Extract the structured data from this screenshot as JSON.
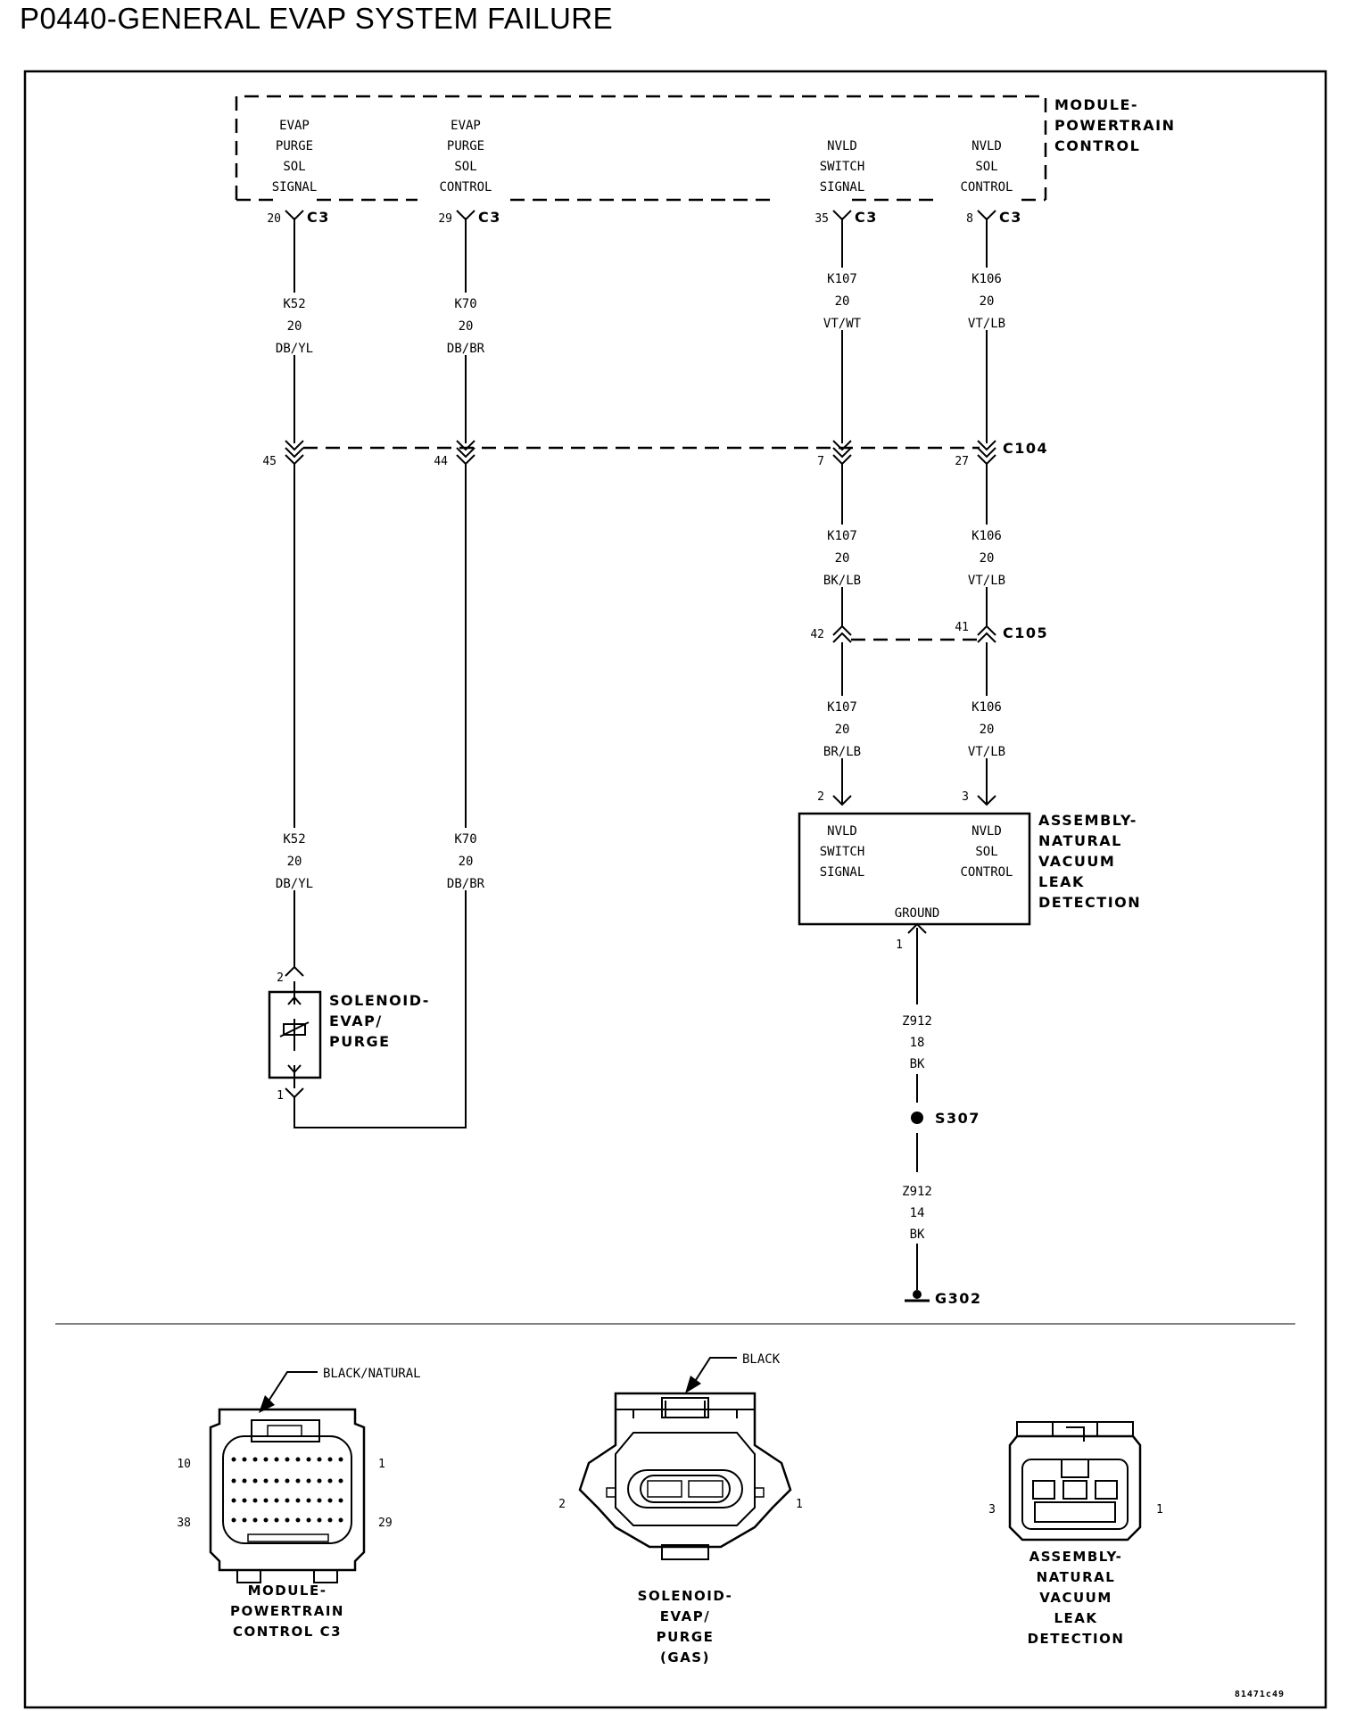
{
  "title": "P0440-GENERAL EVAP SYSTEM FAILURE",
  "pcm": {
    "name": [
      "MODULE-",
      "POWERTRAIN",
      "CONTROL"
    ],
    "pins": [
      {
        "label": [
          "EVAP",
          "PURGE",
          "SOL",
          "SIGNAL"
        ],
        "cavity": "20",
        "connector": "C3"
      },
      {
        "label": [
          "EVAP",
          "PURGE",
          "SOL",
          "CONTROL"
        ],
        "cavity": "29",
        "connector": "C3"
      },
      {
        "label": [
          "NVLD",
          "SWITCH",
          "SIGNAL"
        ],
        "cavity": "35",
        "connector": "C3"
      },
      {
        "label": [
          "NVLD",
          "SOL",
          "CONTROL"
        ],
        "cavity": "8",
        "connector": "C3"
      }
    ]
  },
  "wires": {
    "k52_a": [
      "K52",
      "20",
      "DB/YL"
    ],
    "k70_a": [
      "K70",
      "20",
      "DB/BR"
    ],
    "k107_a": [
      "K107",
      "20",
      "VT/WT"
    ],
    "k106_a": [
      "K106",
      "20",
      "VT/LB"
    ],
    "k107_b": [
      "K107",
      "20",
      "BK/LB"
    ],
    "k106_b": [
      "K106",
      "20",
      "VT/LB"
    ],
    "k107_c": [
      "K107",
      "20",
      "BR/LB"
    ],
    "k106_c": [
      "K106",
      "20",
      "VT/LB"
    ],
    "k52_b": [
      "K52",
      "20",
      "DB/YL"
    ],
    "k70_b": [
      "K70",
      "20",
      "DB/BR"
    ],
    "z912_a": [
      "Z912",
      "18",
      "BK"
    ],
    "z912_b": [
      "Z912",
      "14",
      "BK"
    ]
  },
  "c104": {
    "name": "C104",
    "cavities": [
      "45",
      "44",
      "7",
      "27"
    ]
  },
  "c105": {
    "name": "C105",
    "cavities": [
      "42",
      "41"
    ]
  },
  "nvld": {
    "name": [
      "ASSEMBLY-",
      "NATURAL",
      "VACUUM",
      "LEAK",
      "DETECTION"
    ],
    "switch_label": [
      "NVLD",
      "SWITCH",
      "SIGNAL"
    ],
    "sol_label": [
      "NVLD",
      "SOL",
      "CONTROL"
    ],
    "ground_label": "GROUND",
    "pins": {
      "switch": "2",
      "sol": "3",
      "ground": "1"
    }
  },
  "solenoid": {
    "name": [
      "SOLENOID-",
      "EVAP/",
      "PURGE"
    ],
    "pins": {
      "top": "2",
      "bottom": "1"
    }
  },
  "splice": "S307",
  "ground": "G302",
  "connector_views": {
    "pcm": {
      "color": "BLACK/NATURAL",
      "pins": [
        "10",
        "1",
        "38",
        "29"
      ],
      "caption": [
        "MODULE-",
        "POWERTRAIN",
        "CONTROL C3"
      ]
    },
    "solenoid": {
      "color": "BLACK",
      "pins": [
        "2",
        "1"
      ],
      "caption": [
        "SOLENOID-",
        "EVAP/",
        "PURGE",
        "(GAS)"
      ]
    },
    "nvld": {
      "pins": [
        "3",
        "1"
      ],
      "caption": [
        "ASSEMBLY-",
        "NATURAL",
        "VACUUM",
        "LEAK",
        "DETECTION"
      ]
    }
  },
  "figure_id": "81471c49"
}
